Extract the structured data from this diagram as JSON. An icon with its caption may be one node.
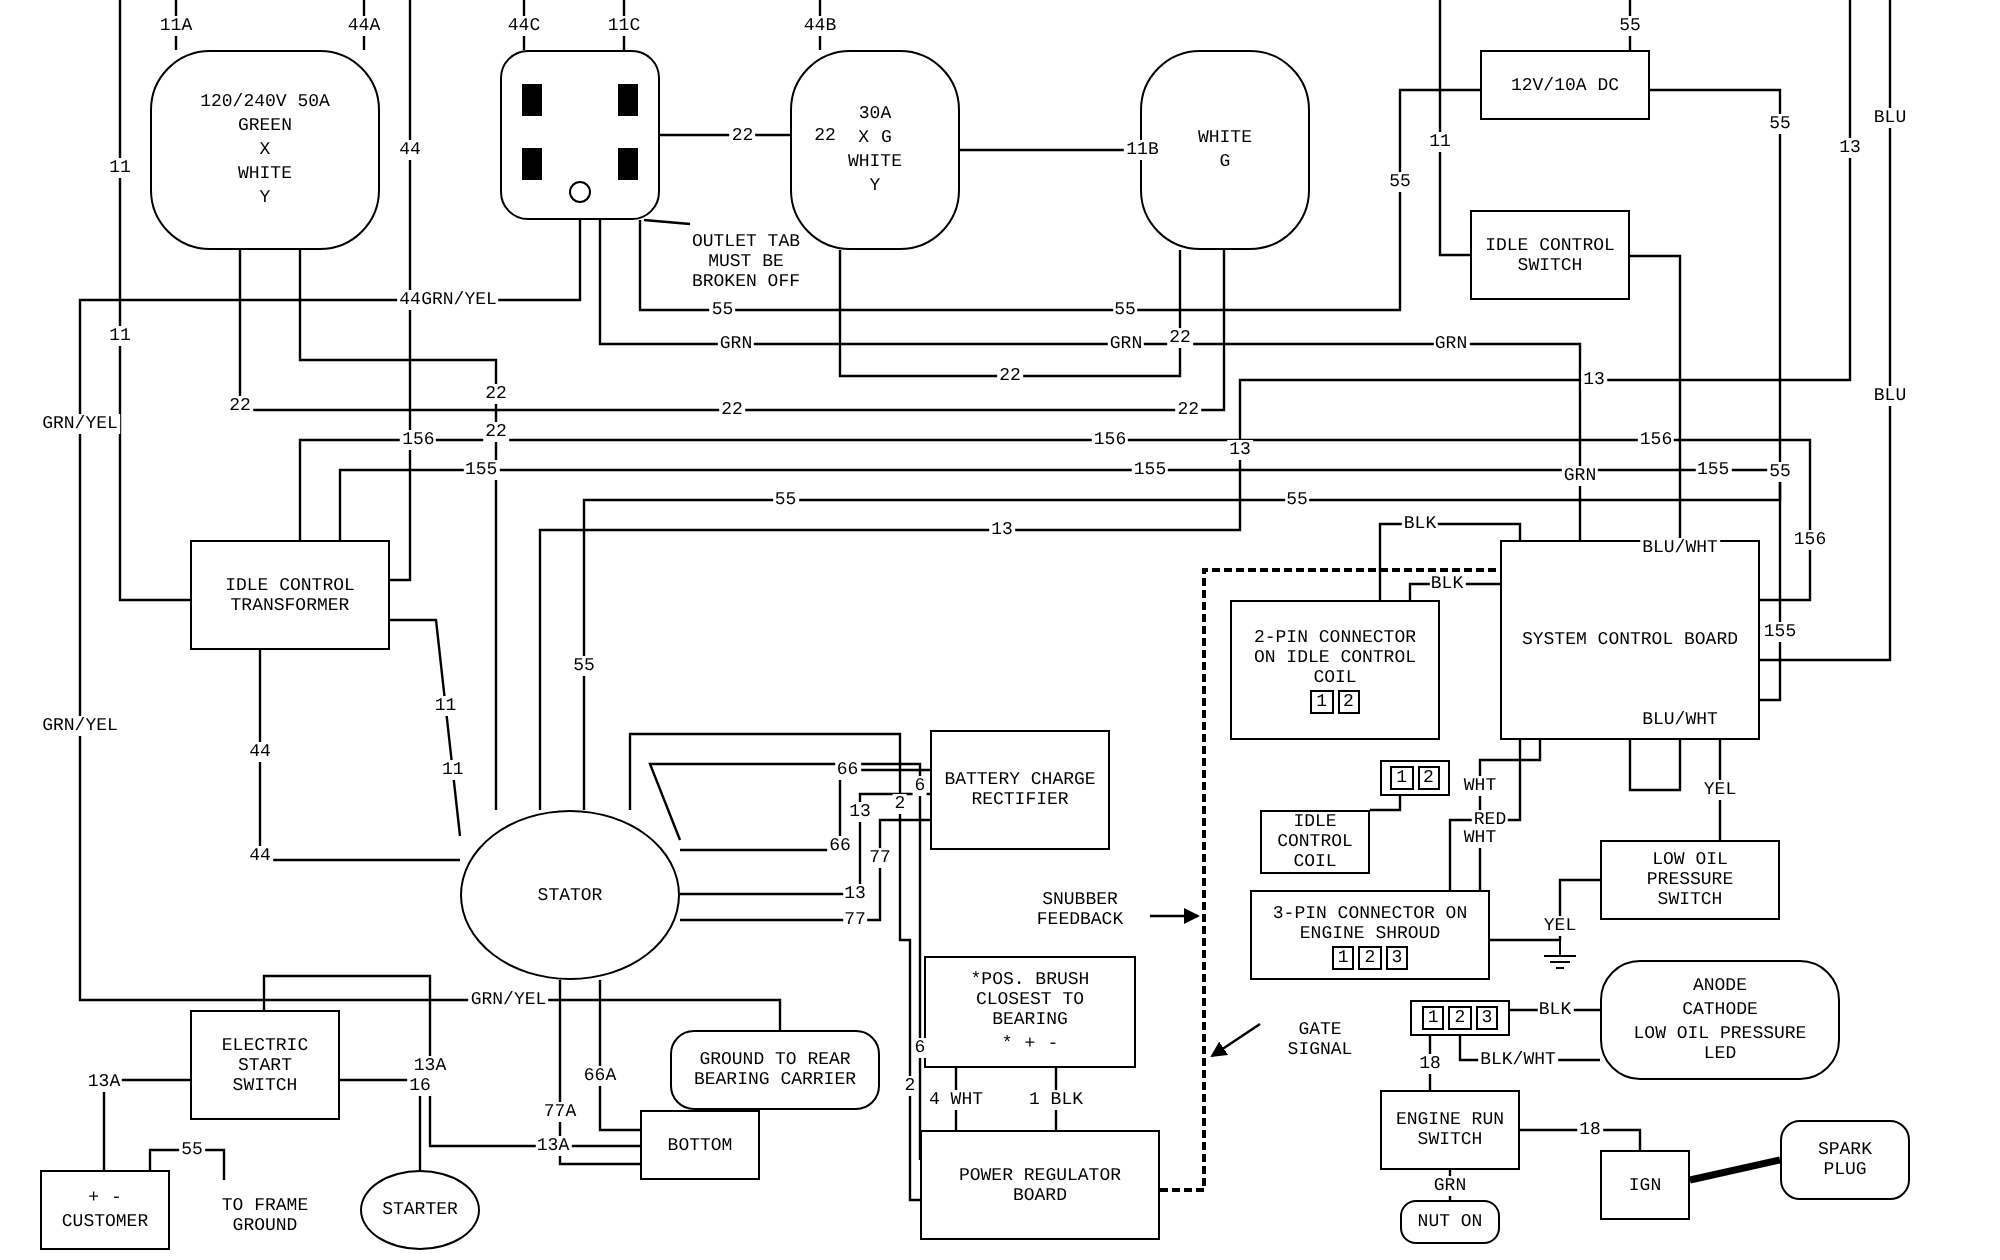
{
  "diagram": {
    "nodes": [
      {
        "text": [
          "120/240V 50A",
          "GREEN",
          "X",
          "WHITE",
          "Y"
        ]
      },
      {
        "text": [],
        "shape": "picture"
      },
      {
        "text": [
          "30A",
          "X",
          "G",
          "WHITE",
          "Y"
        ]
      },
      {
        "text": [
          "WHITE",
          "G"
        ]
      },
      {
        "text": [
          "12V/10A DC"
        ]
      },
      {
        "text": [
          "IDLE CONTROL SWITCH"
        ]
      },
      {
        "text": [
          "IDLE CONTROL TRANSFORMER"
        ]
      },
      {
        "text": [
          "SYSTEM CONTROL BOARD"
        ]
      },
      {
        "text": [
          "STATOR"
        ]
      },
      {
        "text": [
          "BATTERY CHARGE RECTIFIER"
        ]
      },
      {
        "text": [
          "GROUND TO REAR BEARING CARRIER"
        ]
      },
      {
        "text": [
          "ELECTRIC START SWITCH"
        ]
      },
      {
        "text": [
          "STARTER"
        ]
      },
      {
        "text": [
          "+",
          "-",
          "CUSTOMER"
        ]
      },
      {
        "text": [
          "TO FRAME GROUND"
        ]
      },
      {
        "text": [
          "BOTTOM"
        ]
      },
      {
        "text": [
          "*POS. BRUSH CLOSEST TO BEARING",
          "*",
          "+",
          "-"
        ]
      },
      {
        "text": [
          "POWER REGULATOR BOARD"
        ]
      },
      {
        "text": [
          "2-PIN CONNECTOR ON IDLE CONTROL COIL",
          "1",
          "2"
        ]
      },
      {
        "text": [
          "1",
          "2"
        ]
      },
      {
        "text": [
          "IDLE CONTROL COIL"
        ]
      },
      {
        "text": [
          "3-PIN CONNECTOR ON ENGINE SHROUD",
          "1",
          "2",
          "3"
        ]
      },
      {
        "text": [
          "1",
          "2",
          "3"
        ]
      },
      {
        "text": [
          "LOW OIL PRESSURE SWITCH"
        ]
      },
      {
        "text": [
          "ANODE",
          "CATHODE",
          "LOW OIL PRESSURE LED"
        ]
      },
      {
        "text": [
          "ENGINE RUN SWITCH"
        ]
      },
      {
        "text": [
          "NUT ON"
        ]
      },
      {
        "text": [
          "IGN"
        ]
      },
      {
        "text": [
          "SPARK PLUG"
        ]
      },
      {
        "text": [
          "OUTLET TAB MUST BE BROKEN OFF"
        ]
      },
      {
        "text": [
          "SNUBBER FEEDBACK"
        ]
      },
      {
        "text": [
          "GATE SIGNAL"
        ]
      }
    ],
    "edges": [
      {
        "from": 0,
        "to": null,
        "arrow": "none",
        "label": "11A"
      },
      {
        "from": 0,
        "to": null,
        "arrow": "none",
        "label": "44A"
      },
      {
        "from": 1,
        "to": null,
        "arrow": "none",
        "label": "44C"
      },
      {
        "from": 1,
        "to": null,
        "arrow": "none",
        "label": "11C"
      },
      {
        "from": 2,
        "to": null,
        "arrow": "none",
        "label": "44B"
      },
      {
        "from": 1,
        "to": 2,
        "arrow": "none",
        "label": "22"
      },
      {
        "from": 0,
        "to": 8,
        "arrow": "none",
        "label": "22"
      },
      {
        "from": 0,
        "to": 3,
        "arrow": "none",
        "label": "22"
      },
      {
        "from": 2,
        "to": 3,
        "arrow": "none",
        "label": "11B"
      },
      {
        "from": 2,
        "to": 3,
        "arrow": "none",
        "label": "22"
      },
      {
        "from": 4,
        "to": null,
        "arrow": "none",
        "label": "55"
      },
      {
        "from": 4,
        "to": 8,
        "arrow": "none",
        "label": "55"
      },
      {
        "from": 1,
        "to": 4,
        "arrow": "none",
        "label": "55"
      },
      {
        "from": 1,
        "to": 7,
        "arrow": "none",
        "label": "GRN"
      },
      {
        "from": 5,
        "to": null,
        "arrow": "none",
        "label": "11"
      },
      {
        "from": 5,
        "to": 7,
        "arrow": "none",
        "label": "BLU/WHT"
      },
      {
        "from": 7,
        "to": null,
        "arrow": "none",
        "label": "BLU"
      },
      {
        "from": 6,
        "to": 8,
        "arrow": "none",
        "label": "44"
      },
      {
        "from": 6,
        "to": null,
        "arrow": "none",
        "label": "44"
      },
      {
        "from": 6,
        "to": 8,
        "arrow": "none",
        "label": "11"
      },
      {
        "from": 6,
        "to": null,
        "arrow": "none",
        "label": "11"
      },
      {
        "from": 6,
        "to": 7,
        "arrow": "none",
        "label": "156"
      },
      {
        "from": 6,
        "to": 7,
        "arrow": "none",
        "label": "155"
      },
      {
        "from": 8,
        "to": null,
        "arrow": "none",
        "label": "13"
      },
      {
        "from": 8,
        "to": 9,
        "arrow": "none",
        "label": "66"
      },
      {
        "from": 8,
        "to": 9,
        "arrow": "none",
        "label": "13"
      },
      {
        "from": 8,
        "to": 9,
        "arrow": "none",
        "label": "77"
      },
      {
        "from": 8,
        "to": 17,
        "arrow": "none",
        "label": "2"
      },
      {
        "from": 8,
        "to": 17,
        "arrow": "none",
        "label": "6"
      },
      {
        "from": 8,
        "to": 15,
        "arrow": "none",
        "label": "66A"
      },
      {
        "from": 8,
        "to": 15,
        "arrow": "none",
        "label": "77A"
      },
      {
        "from": 11,
        "to": 15,
        "arrow": "none",
        "label": "13A"
      },
      {
        "from": 13,
        "to": 11,
        "arrow": "none",
        "label": "13A"
      },
      {
        "from": 11,
        "to": 12,
        "arrow": "none",
        "label": "16"
      },
      {
        "from": 13,
        "to": 14,
        "arrow": "none",
        "label": "55"
      },
      {
        "from": 17,
        "to": 16,
        "arrow": "none",
        "label": "4 WHT"
      },
      {
        "from": 17,
        "to": 16,
        "arrow": "none",
        "label": "1 BLK"
      },
      {
        "from": 17,
        "to": 7,
        "arrow": "none",
        "style": "dashed"
      },
      {
        "from": 18,
        "to": 7,
        "arrow": "none",
        "label": "BLK"
      },
      {
        "from": 18,
        "to": 7,
        "arrow": "none",
        "label": "BLK"
      },
      {
        "from": 19,
        "to": 20,
        "arrow": "none"
      },
      {
        "from": 21,
        "to": 7,
        "arrow": "none",
        "label": "RED"
      },
      {
        "from": 7,
        "to": 21,
        "arrow": "none",
        "label": "WHT"
      },
      {
        "from": 21,
        "to": 23,
        "arrow": "none",
        "label": "YEL"
      },
      {
        "from": 7,
        "to": 23,
        "arrow": "none",
        "label": "YEL"
      },
      {
        "from": 22,
        "to": 24,
        "arrow": "none",
        "label": "BLK"
      },
      {
        "from": 22,
        "to": 24,
        "arrow": "none",
        "label": "BLK/WHT"
      },
      {
        "from": 22,
        "to": 25,
        "arrow": "none",
        "label": "18"
      },
      {
        "from": 25,
        "to": 27,
        "arrow": "none",
        "label": "18"
      },
      {
        "from": 25,
        "to": 26,
        "arrow": "none",
        "label": "GRN"
      },
      {
        "from": 27,
        "to": 28,
        "arrow": "none",
        "style": "thick"
      },
      {
        "from": 29,
        "to": 1,
        "arrow": "none"
      },
      {
        "from": 30,
        "to": null,
        "arrow": "to"
      },
      {
        "from": 31,
        "to": null,
        "arrow": "to"
      },
      {
        "from": 1,
        "to": 10,
        "arrow": "none",
        "label": "GRN/YEL"
      }
    ],
    "labels": [
      "22",
      "22",
      "22",
      "22",
      "22",
      "55",
      "55",
      "55",
      "55",
      "55",
      "55",
      "GRN",
      "GRN",
      "GRN",
      "44",
      "44",
      "11",
      "11",
      "156",
      "156",
      "156",
      "155",
      "155",
      "155",
      "13",
      "13",
      "13",
      "BLU/WHT",
      "BLU",
      "GRN/YEL",
      "GRN/YEL",
      "GRN/YEL",
      "66",
      "13",
      "77",
      "2",
      "6",
      "13A",
      "WHT"
    ]
  }
}
